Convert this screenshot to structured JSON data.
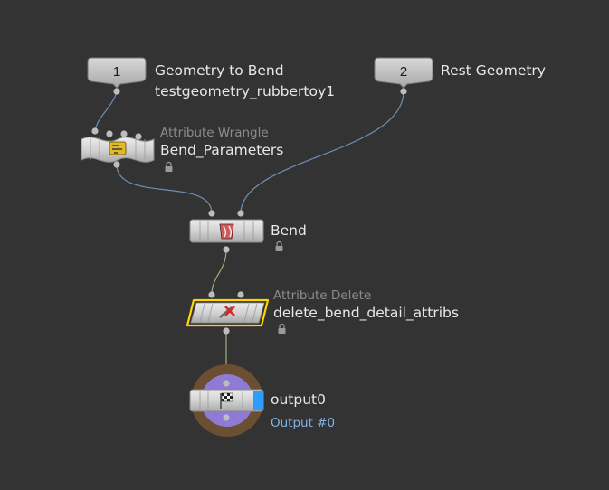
{
  "network": {
    "inputs": [
      {
        "index": "1",
        "label": "Geometry to Bend",
        "detail": "testgeometry_rubbertoy1"
      },
      {
        "index": "2",
        "label": "Rest Geometry"
      }
    ],
    "nodes": {
      "wrangle": {
        "type": "Attribute Wrangle",
        "name": "Bend_Parameters",
        "icon": "wrangle-icon"
      },
      "bend": {
        "type": "",
        "name": "Bend",
        "icon": "bend-icon"
      },
      "attribdelete": {
        "type": "Attribute Delete",
        "name": "delete_bend_detail_attribs",
        "icon": "attribdelete-icon",
        "selected": true
      },
      "output": {
        "type": "",
        "name": "output0",
        "output_label": "Output #0",
        "icon": "checkered-flag-icon"
      }
    },
    "colors": {
      "background": "#333333",
      "wire_blue": "#6f8fb5",
      "wire_green": "#9bb27a",
      "selection": "#ffd400",
      "output_ring": "#6b4f32",
      "output_disc": "#8f7bd6",
      "display_flag": "#2d9cff"
    }
  }
}
